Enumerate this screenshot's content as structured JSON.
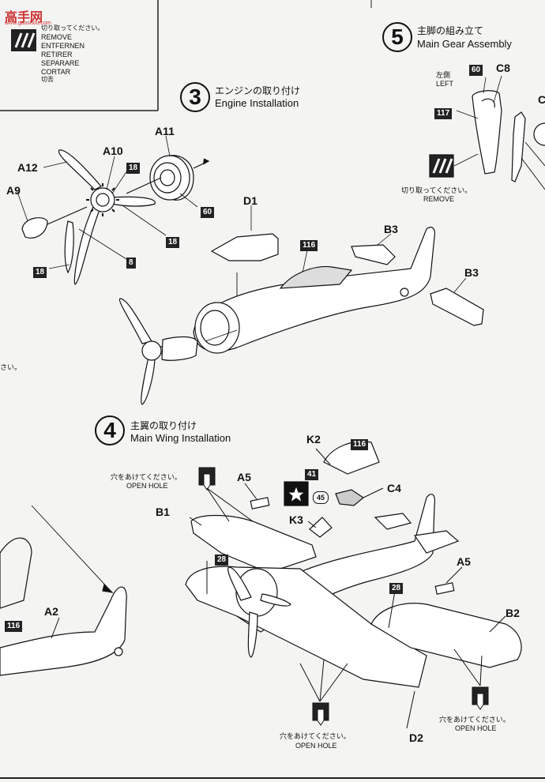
{
  "watermark": {
    "brand": "高手网",
    "url": "www.gaoshou.com"
  },
  "legend": {
    "jp": "切り取ってください。",
    "lines": [
      "REMOVE",
      "ENTFERNEN",
      "RETIRER",
      "SEPARARE",
      "CORTAR"
    ],
    "cn": "切去"
  },
  "step3": {
    "number": "3",
    "title_jp": "エンジンの取り付け",
    "title_en": "Engine Installation"
  },
  "step4": {
    "number": "4",
    "title_jp": "主翼の取り付け",
    "title_en": "Main Wing Installation"
  },
  "step5": {
    "number": "5",
    "title_jp": "主脚の組み立て",
    "title_en": "Main Gear Assembly"
  },
  "step5_notes": {
    "left_jp": "左側",
    "left_en": "LEFT",
    "remove_jp": "切り取ってください。",
    "remove_en": "REMOVE"
  },
  "open_hole": {
    "jp": "穴をあけてください。",
    "en": "OPEN HOLE"
  },
  "left_edge_text": "さい。",
  "part_labels": {
    "A11": "A11",
    "A10": "A10",
    "A12": "A12",
    "A9": "A9",
    "D1": "D1",
    "B3a": "B3",
    "B3b": "B3",
    "K2": "K2",
    "K3": "K3",
    "C4": "C4",
    "A5a": "A5",
    "A5b": "A5",
    "B1": "B1",
    "B2": "B2",
    "A2": "A2",
    "D2": "D2",
    "C8": "C8",
    "C": "C"
  },
  "paint_tags": {
    "t18a": "18",
    "t18b": "18",
    "t18c": "18",
    "t60a": "60",
    "t60b": "60",
    "t8": "8",
    "t116a": "116",
    "t116b": "116",
    "t116c": "116",
    "t117": "117",
    "t28a": "28",
    "t28b": "28",
    "t41": "41",
    "t45": "45"
  }
}
